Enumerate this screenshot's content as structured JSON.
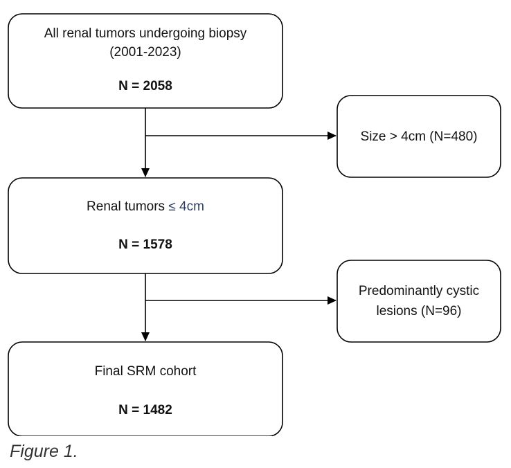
{
  "flowchart": {
    "boxes": {
      "all_tumors": {
        "line1": "All renal tumors undergoing biopsy",
        "line2": "(2001-2023)",
        "count": "N = 2058"
      },
      "small_tumors": {
        "label_prefix": "Renal tumors ",
        "label_accent": "≤ 4cm",
        "count": "N = 1578"
      },
      "final_cohort": {
        "label": "Final SRM cohort",
        "count": "N = 1482"
      },
      "exclusion_size": {
        "label": "Size > 4cm (N=480)"
      },
      "exclusion_cystic": {
        "line1": "Predominantly cystic",
        "line2": "lesions (N=96)"
      }
    }
  },
  "caption": "Figure 1."
}
